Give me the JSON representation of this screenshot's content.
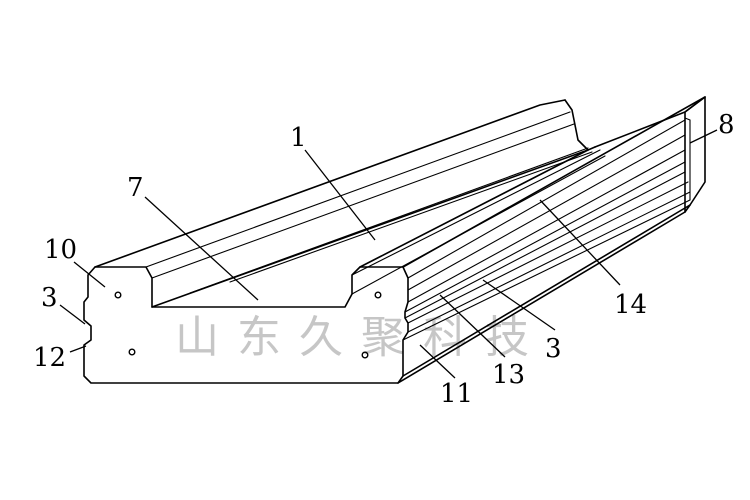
{
  "labels": {
    "l1": "1",
    "l7": "7",
    "l8": "8",
    "l10": "10",
    "l3a": "3",
    "l12": "12",
    "l14": "14",
    "l13": "13",
    "l3b": "3",
    "l11": "11"
  },
  "watermark": "山东久聚科技"
}
